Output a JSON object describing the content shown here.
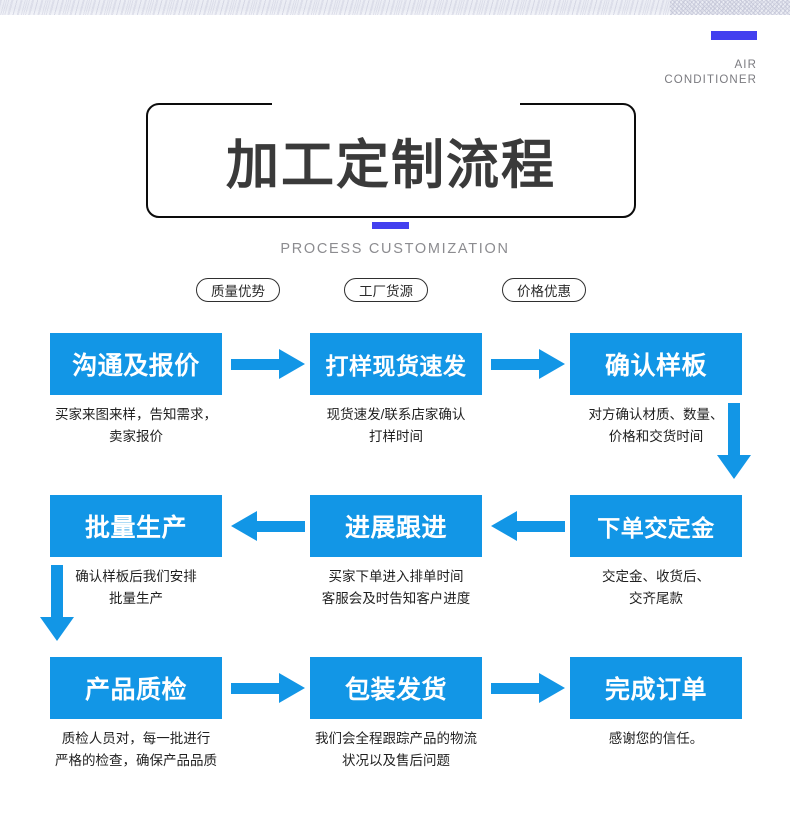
{
  "brand": {
    "accent_color": "#4340ef",
    "label": "AIR\nCONDITIONER"
  },
  "header": {
    "title": "加工定制流程",
    "subtitle": "PROCESS CUSTOMIZATION",
    "pills": [
      {
        "label": "质量优势"
      },
      {
        "label": "工厂货源"
      },
      {
        "label": "价格优惠"
      }
    ]
  },
  "theme": {
    "step_color": "#1296e6",
    "arrow_color": "#1296e6",
    "title_color": "#3a3a3a"
  },
  "flow": {
    "rows": [
      {
        "row_id": "row-1",
        "direction": "right",
        "steps": [
          {
            "title": "沟通及报价",
            "desc": "买家来图来样，告知需求，\n卖家报价"
          },
          {
            "title": "打样现货速发",
            "desc": "现货速发/联系店家确认\n打样时间"
          },
          {
            "title": "确认样板",
            "desc": "对方确认材质、数量、\n价格和交货时间"
          }
        ]
      },
      {
        "row_id": "row-2",
        "direction": "left",
        "steps": [
          {
            "title": "批量生产",
            "desc": "确认样板后我们安排\n批量生产"
          },
          {
            "title": "进展跟进",
            "desc": "买家下单进入排单时间\n客服会及时告知客户进度"
          },
          {
            "title": "下单交定金",
            "desc": "交定金、收货后、\n交齐尾款"
          }
        ]
      },
      {
        "row_id": "row-3",
        "direction": "right",
        "steps": [
          {
            "title": "产品质检",
            "desc": "质检人员对，每一批进行\n严格的检查，确保产品品质"
          },
          {
            "title": "包装发货",
            "desc": "我们会全程跟踪产品的物流\n状况以及售后问题"
          },
          {
            "title": "完成订单",
            "desc": "感谢您的信任。"
          }
        ]
      }
    ],
    "connectors": [
      {
        "id": "connector-right-down",
        "direction": "down"
      },
      {
        "id": "connector-left-down",
        "direction": "down"
      }
    ]
  }
}
